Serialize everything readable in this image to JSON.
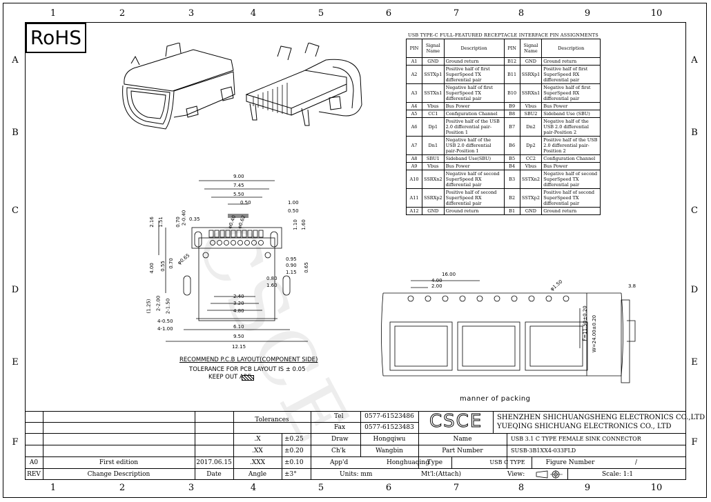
{
  "rohs": "RoHS",
  "watermark": "CSCE",
  "columns": [
    "1",
    "2",
    "3",
    "4",
    "5",
    "6",
    "7",
    "8",
    "9",
    "10"
  ],
  "rows": [
    "A",
    "B",
    "C",
    "D",
    "E",
    "F"
  ],
  "pin_table": {
    "title": "USB TYPE-C FULL-FEATURED RECEPTACLE INTERFACE PIN ASSIGNMENTS",
    "headers": [
      "PIN",
      "Signal Name",
      "Description",
      "PIN",
      "Signal Name",
      "Description"
    ],
    "rows": [
      [
        "A1",
        "GND",
        "Ground return",
        "B12",
        "GND",
        "Ground return"
      ],
      [
        "A2",
        "SSTXp1",
        "Positive half of first SuperSpeed TX differential pair",
        "B11",
        "SSRXp1",
        "Positive half of first SuperSpeed RX differential pair"
      ],
      [
        "A3",
        "SSTXn1",
        "Negative half of first SuperSpeed TX differential pair",
        "B10",
        "SSRXn1",
        "Negative half of first SuperSpeed RX differential pair"
      ],
      [
        "A4",
        "Vbus",
        "Bus Power",
        "B9",
        "Vbus",
        "Bus Power"
      ],
      [
        "A5",
        "CC1",
        "Configuration Channel",
        "B8",
        "SBU2",
        "Sideband Use (SBU)"
      ],
      [
        "A6",
        "Dp1",
        "Positive half of the USB 2.0 differential pair-Position 1",
        "B7",
        "Dn2",
        "Negative half of the USB 2.0 differential pair-Position 2"
      ],
      [
        "A7",
        "Dn1",
        "Negative half of the USB 2.0 differential pair-Position 1",
        "B6",
        "Dp2",
        "Positive half of the USB 2.0 differential pair-Position 2"
      ],
      [
        "A8",
        "SBU1",
        "Sideband Use(SBU)",
        "B5",
        "CC2",
        "Configuration Channel"
      ],
      [
        "A9",
        "Vbus",
        "Bus Power",
        "B4",
        "Vbus",
        "Bus Power"
      ],
      [
        "A10",
        "SSRXn2",
        "Negative half of second SuperSpeed RX differential pair",
        "B3",
        "SSTXn2",
        "Negative half of second SuperSpeed TX differential pair"
      ],
      [
        "A11",
        "SSRXp2",
        "Positive half of second SuperSpeed RX differential pair",
        "B2",
        "SSTXp2",
        "Positive half of second SuperSpeed TX differential pair"
      ],
      [
        "A12",
        "GND",
        "Ground return",
        "B1",
        "GND",
        "Ground return"
      ]
    ]
  },
  "pcb_dims": {
    "w900": "9.00",
    "w745": "7.45",
    "w550": "5.50",
    "w050": "0.50",
    "w100": "1.00",
    "w050b": "0.50",
    "v216": "2.16",
    "v151": "1.51",
    "v070": "0.70",
    "v2x040": "2-0.40",
    "v035": "0.35",
    "d040": "φ0.40",
    "d062": "φ0.62",
    "v110": "1.10",
    "v160": "1.60",
    "v400": "4.00",
    "v055": "0.55",
    "v070b": "0.70",
    "d065": "φ0.65",
    "v095": "0.95",
    "v090": "0.90",
    "v115": "1.15",
    "v065": "0.65",
    "v080": "0.80",
    "v160b": "1.60",
    "h240": "2.40",
    "h320": "3.20",
    "h480": "4.80",
    "v125": "(1.25)",
    "v2x200": "2-2.00",
    "v2x150": "2-1.50",
    "v4x050": "4-0.50",
    "v4x100": "4-1.00",
    "h610": "6.10",
    "h950": "9.50",
    "h1215": "12.15"
  },
  "pcb_notes": {
    "title": "RECOMMEND P.C.B LAYOUT(COMPONENT SIDE)",
    "tolerance": "TOLERANCE FOR PCB LAYOUT IS ± 0.05",
    "keepout": "KEEP OUT ARE"
  },
  "packing": {
    "d1600": "16.00",
    "d400": "4.00",
    "d200": "2.00",
    "d150": "φ1.50",
    "f": "F=11.50±0.20",
    "w": "W=24.00±0.20",
    "t": "3.8",
    "label": "manner of packing"
  },
  "title_block": {
    "tolerances": "Tolerances",
    "tel_label": "Tel",
    "tel": "0577-61523486",
    "fax_label": "Fax",
    "fax": "0577-61523483",
    "logo": "CSCE",
    "company1": "SHENZHEN SHICHUANGSHENG ELECTRONICS CO.,LTD",
    "company2": "YUEQING SHICHUANG ELECTRONICS CO., LTD",
    "tol_rows": [
      [
        ".X",
        "±0.25"
      ],
      [
        ".XX",
        "±0.20"
      ],
      [
        ".XXX",
        "±0.10"
      ],
      [
        "Angle",
        "±3°"
      ]
    ],
    "draw_label": "Draw",
    "draw": "Hongqiwu",
    "chk_label": "Ch'k",
    "chk": "Wangbin",
    "appd_label": "App'd",
    "appd": "Honghuaqing",
    "name_label": "Name",
    "name": "USB 3.1 C TYPE FEMALE  SINK CONNECTOR",
    "part_label": "Part Number",
    "part": "SUSB-3B1XX4-033FLD",
    "type_label": "Type",
    "type": "USB C TYPE",
    "figure_label": "Figure Number",
    "figure": "/",
    "units": "Units: mm",
    "mtl": "Mt'l:(Attach)",
    "view": "View:",
    "scale": "Scale: 1:1",
    "rev_a0": "A0",
    "edition": "First edition",
    "date": "2017.06.15",
    "rev_label": "REV",
    "change_label": "Change Description",
    "date_label": "Date"
  }
}
